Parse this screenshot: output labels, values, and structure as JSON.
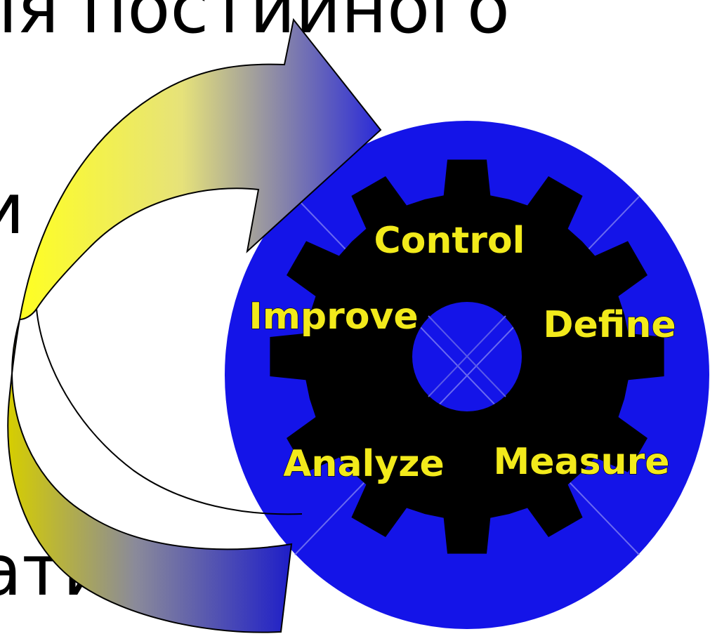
{
  "background_text": [
    {
      "text": "ля постийного"
    },
    {
      "text": "и"
    },
    {
      "text": "ати"
    }
  ],
  "dmaic_labels": {
    "control": "Control",
    "improve": "Improve",
    "define": "Define",
    "analyze": "Analyze",
    "measure": "Measure"
  },
  "colors": {
    "disc": "#1414e8",
    "gear": "#000000",
    "label": "#f2ea1b",
    "arrow_start": "#ffff22",
    "arrow_end": "#2a2ad8"
  },
  "icons": [
    "gear-icon",
    "circular-arrow-icon"
  ]
}
